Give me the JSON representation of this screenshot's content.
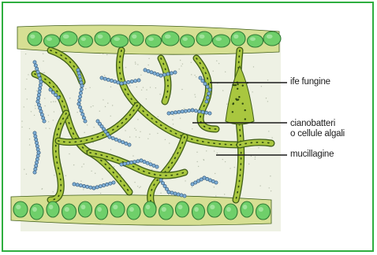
{
  "figure": {
    "border_color": "#2eae3f",
    "labels": {
      "hyphae": "ife fungine",
      "cyanobacteria_line1": "cianobatteri",
      "cyanobacteria_line2": "o cellule algali",
      "mucilage": "mucillagine"
    },
    "colors": {
      "green_cell": "#6fcf6a",
      "green_cell_edge": "#2f7a35",
      "hypha_fill": "#a9c73f",
      "hypha_edge": "#3f5d18",
      "hypha_dot": "#2d4712",
      "chain_bead": "#7fb0d8",
      "chain_edge": "#3b5f7f",
      "mucilage_bg": "#eef1e4",
      "stipple": "#b9c0ad",
      "layer_band": "#d6df93",
      "leader_line": "#1a1a1a"
    }
  }
}
